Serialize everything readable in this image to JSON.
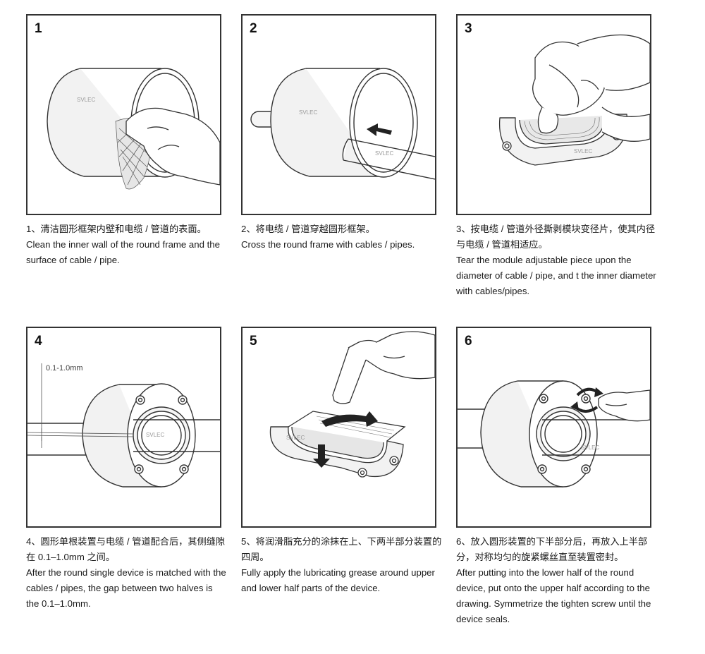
{
  "brand": "SVLEC",
  "steps": [
    {
      "num": "1",
      "zh": "1、清洁圆形框架内壁和电缆 / 管道的表面。",
      "en": "Clean the inner wall of the round frame and the surface of cable / pipe."
    },
    {
      "num": "2",
      "zh": "2、将电缆 / 管道穿越圆形框架。",
      "en": "Cross the round frame with cables / pipes."
    },
    {
      "num": "3",
      "zh": "3、按电缆 / 管道外径撕剥模块变径片，使其内径与电缆 / 管道相适应。",
      "en": "Tear the module adjustable piece upon the diameter of cable / pipe, and t the inner diameter with cables/pipes."
    },
    {
      "num": "4",
      "zh": "4、圆形单根装置与电缆 / 管道配合后，其侧缝隙在 0.1–1.0mm 之间。",
      "en": "After the round single device is matched with the cables / pipes, the gap between two halves is the 0.1–1.0mm.",
      "annotation": "0.1-1.0mm"
    },
    {
      "num": "5",
      "zh": "5、将润滑脂充分的涂抹在上、下两半部分装置的四周。",
      "en": "Fully apply the lubricating grease around upper and lower half parts of the device."
    },
    {
      "num": "6",
      "zh": "6、放入圆形装置的下半部分后，再放入上半部分，对称均匀的旋紧螺丝直至装置密封。",
      "en": "After putting into the lower half of the round device, put onto the upper half according to the drawing. Symmetrize the tighten screw until the device seals."
    }
  ]
}
